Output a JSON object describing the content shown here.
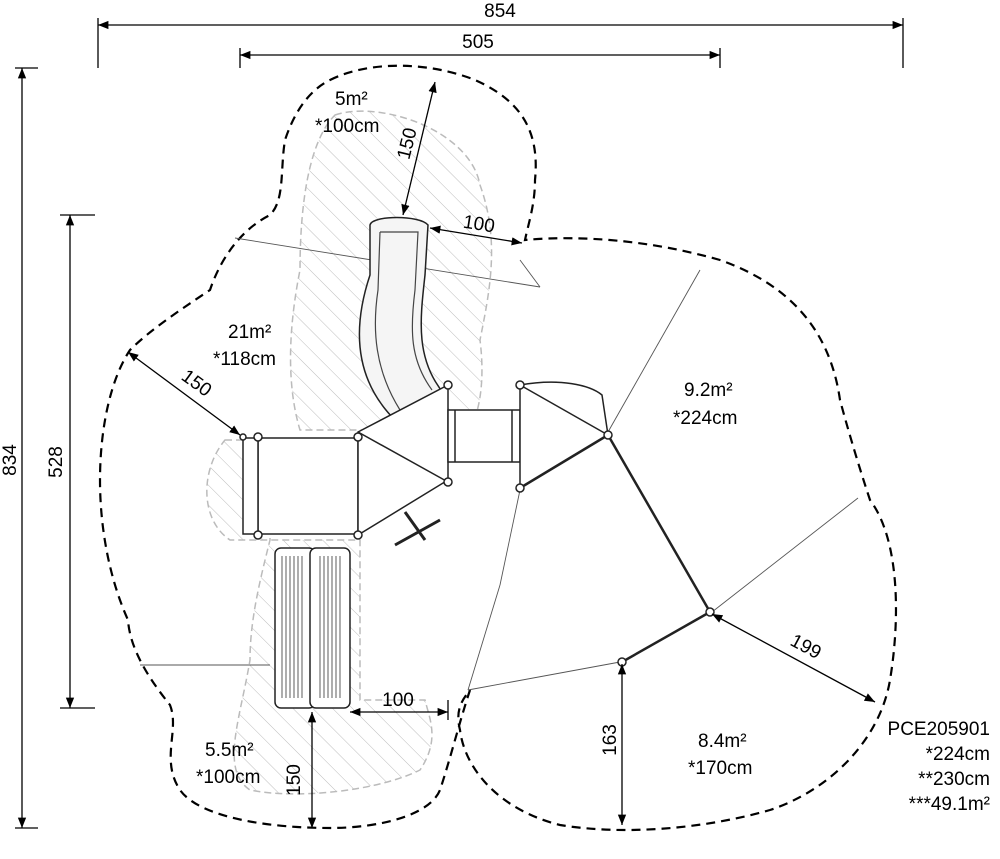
{
  "dimensions": {
    "overall_width": "854",
    "structure_width": "505",
    "overall_height": "834",
    "structure_height": "528",
    "safety_top": "150",
    "safety_slide_side": "100",
    "safety_left": "150",
    "safety_bottom_side": "100",
    "safety_bottom": "150",
    "safety_right": "199",
    "safety_lower_right": "163"
  },
  "zones": {
    "top": {
      "area": "5m²",
      "height": "*100cm"
    },
    "left": {
      "area": "21m²",
      "height": "*118cm"
    },
    "right": {
      "area": "9.2m²",
      "height": "*224cm"
    },
    "bottom_left": {
      "area": "5.5m²",
      "height": "*100cm"
    },
    "bottom_right": {
      "area": "8.4m²",
      "height": "*170cm"
    }
  },
  "product": {
    "code": "PCE205901",
    "fall_height": "*224cm",
    "free_height": "**230cm",
    "total_area": "***49.1m²"
  },
  "colors": {
    "line": "#000000",
    "hatch": "#bbbbbb",
    "thin": "#555555"
  }
}
